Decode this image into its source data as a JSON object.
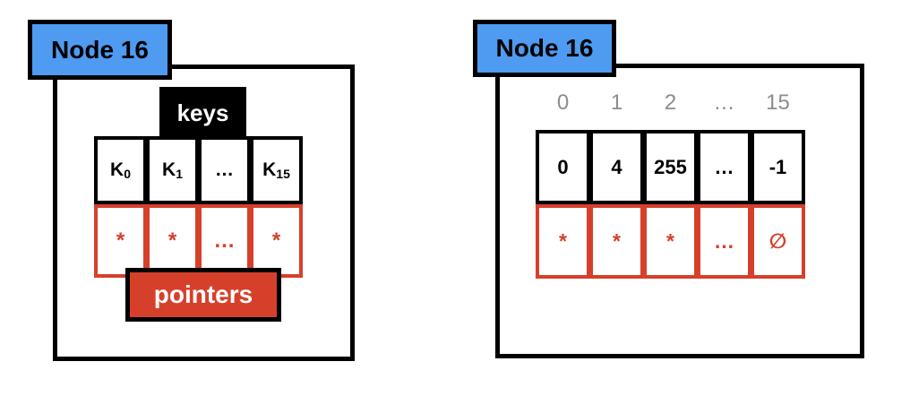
{
  "palette": {
    "badge_blue": "#4E9BF1",
    "accent_red": "#D6402B",
    "index_gray": "#8C8C8C",
    "outline_black": "#000000",
    "text_white": "#FFFFFF"
  },
  "left_figure": {
    "badge_label": "Node 16",
    "keys_label": "keys",
    "pointers_label": "pointers",
    "key_cells": [
      {
        "base": "K",
        "sub": "0"
      },
      {
        "base": "K",
        "sub": "1"
      },
      {
        "base": "…",
        "sub": ""
      },
      {
        "base": "K",
        "sub": "15"
      }
    ],
    "pointer_cells": [
      "*",
      "*",
      "…",
      "*"
    ]
  },
  "right_figure": {
    "badge_label": "Node 16",
    "index_labels": [
      "0",
      "1",
      "2",
      "…",
      "15"
    ],
    "key_cells": [
      "0",
      "4",
      "255",
      "…",
      "-1"
    ],
    "pointer_cells": [
      "*",
      "*",
      "*",
      "…",
      "∅"
    ]
  }
}
